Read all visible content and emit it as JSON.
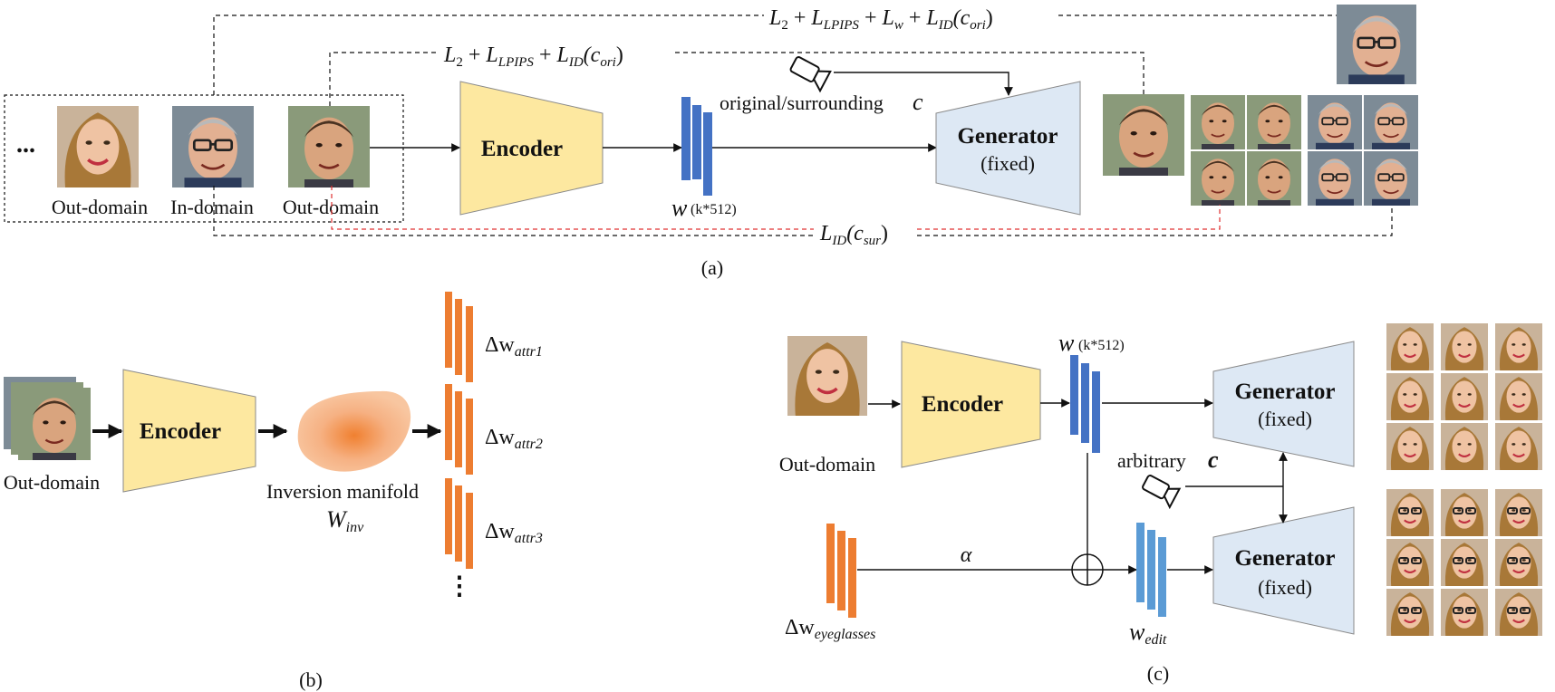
{
  "panel_a": {
    "caption": "(a)",
    "ellipsis": "...",
    "input_labels": [
      "Out-domain",
      "In-domain",
      "Out-domain"
    ],
    "encoder_label": "Encoder",
    "w_label": "w",
    "w_dims": "(k*512)",
    "camera_label": "original/surrounding",
    "camera_symbol": "c",
    "generator_label": "Generator",
    "generator_sub": "(fixed)",
    "loss_top": {
      "l2": "L",
      "l2_sub": "2",
      "plus": "+",
      "lpips": "L",
      "lpips_sub": "LPIPS",
      "lw": "L",
      "lw_sub": "w",
      "lid": "L",
      "lid_sub": "ID",
      "arg": "(c",
      "arg_sub": "ori",
      "close": ")"
    },
    "loss_mid": {
      "l2": "L",
      "l2_sub": "2",
      "plus": "+",
      "lpips": "L",
      "lpips_sub": "LPIPS",
      "lid": "L",
      "lid_sub": "ID",
      "arg": "(c",
      "arg_sub": "ori",
      "close": ")"
    },
    "loss_bottom": {
      "lid": "L",
      "lid_sub": "ID",
      "arg": "(c",
      "arg_sub": "sur",
      "close": ")"
    }
  },
  "panel_b": {
    "caption": "(b)",
    "input_label": "Out-domain",
    "encoder_label": "Encoder",
    "manifold_label": "Inversion manifold",
    "manifold_symbol": "W",
    "manifold_sub": "inv",
    "deltas": [
      {
        "delta": "Δw",
        "sub": "attr1"
      },
      {
        "delta": "Δw",
        "sub": "attr2"
      },
      {
        "delta": "Δw",
        "sub": "attr3"
      }
    ],
    "ellipsis": "⋮"
  },
  "panel_c": {
    "caption": "(c)",
    "input_label": "Out-domain",
    "encoder_label": "Encoder",
    "w_label": "w",
    "w_dims": "(k*512)",
    "camera_label": "arbitrary",
    "camera_symbol": "c",
    "generator_label": "Generator",
    "generator_sub": "(fixed)",
    "delta_label": "Δw",
    "delta_sub": "eyeglasses",
    "alpha": "α",
    "edit_label": "w",
    "edit_sub": "edit"
  },
  "colors": {
    "encoder_fill": "#fde8a0",
    "generator_fill": "#dde8f4",
    "latent_blue": "#4472c4",
    "latent_blue_light": "#5b9bd5",
    "delta_orange": "#ed7d31",
    "manifold_orange": "#f4b183",
    "id_red": "#e03030"
  }
}
